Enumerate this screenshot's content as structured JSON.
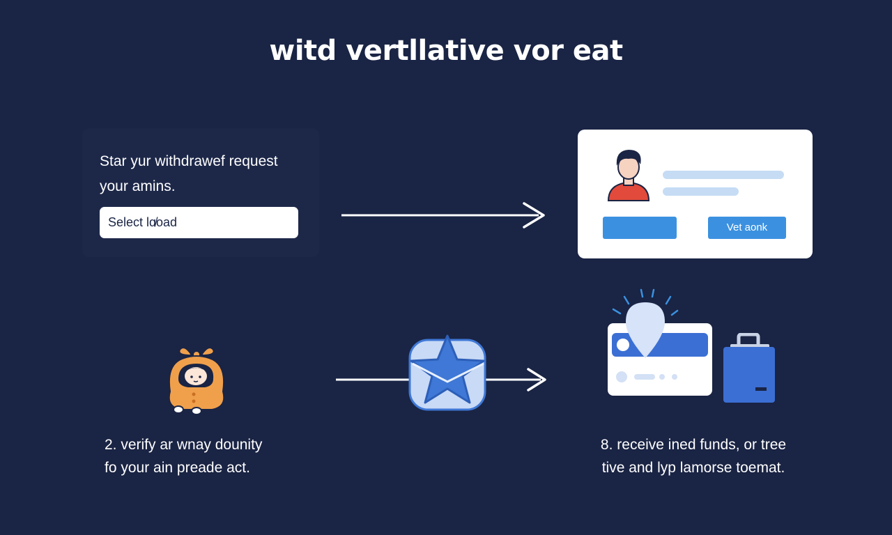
{
  "title": "witd vertllative vor eat",
  "step1": {
    "line1": "Star yur withdrawef request",
    "line2": "your amins.",
    "select_label": "Select lɑ̸oad"
  },
  "card": {
    "button_label": "Vet aonk"
  },
  "step2": {
    "line1": "2.  verify ar wnay dounity",
    "line2": "fo your ain preade act."
  },
  "step3": {
    "line1": "8.  receive ined funds, or tree",
    "line2": "tive and lyp lamorse toemat."
  },
  "colors": {
    "background": "#1a2444",
    "accent_blue": "#3b91e0",
    "star_blue": "#3f78d6",
    "orange": "#f0a04b",
    "avatar_red": "#e24a3b"
  },
  "icons": [
    "user-avatar-icon",
    "girl-mascot-icon",
    "star-envelope-icon",
    "location-pin-icon",
    "bank-card-icon",
    "briefcase-icon"
  ]
}
